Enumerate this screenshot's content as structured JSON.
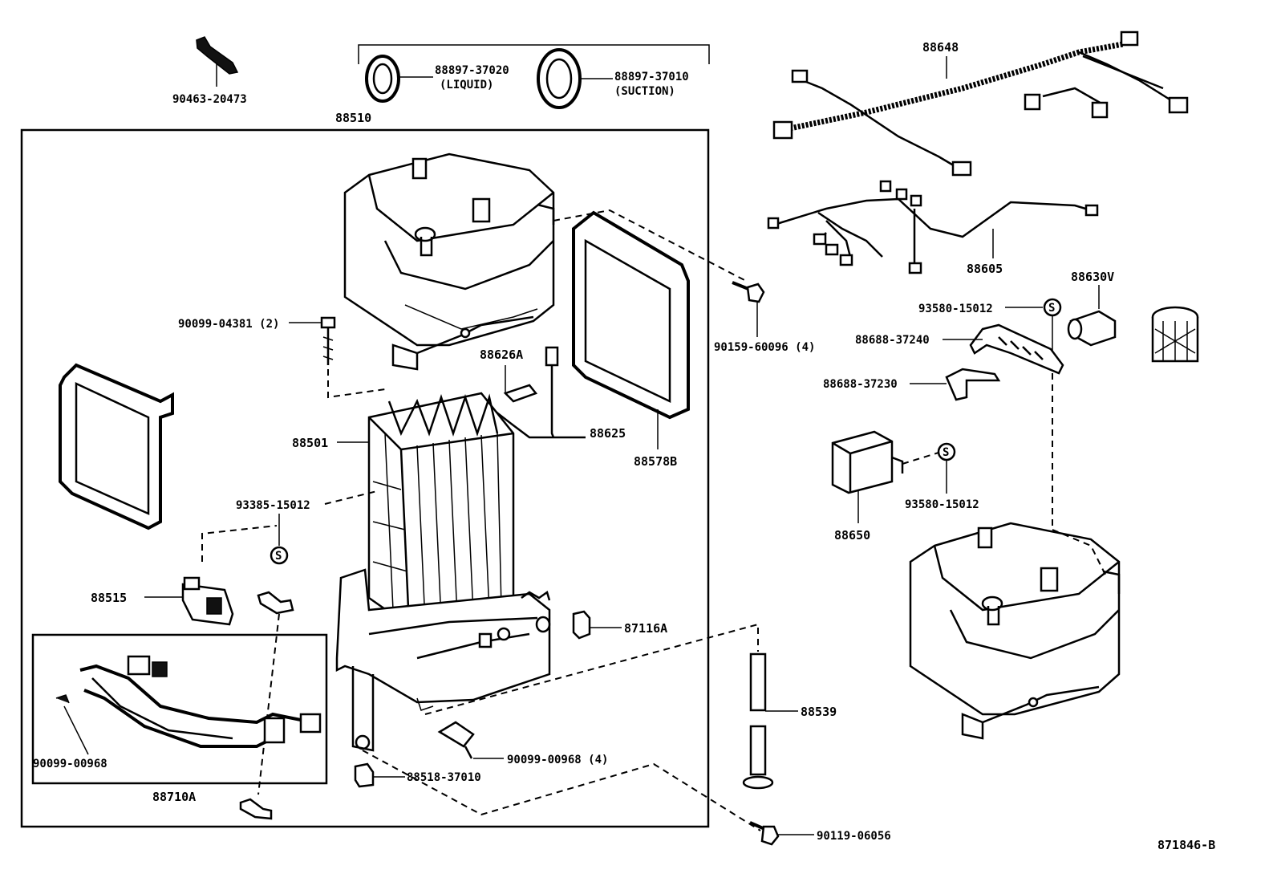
{
  "diagram_id": "871846-B",
  "labels": {
    "clip_90463": "90463-20473",
    "seal_liquid_no": "88897-37020",
    "seal_liquid_txt": "(LIQUID)",
    "seal_suction_no": "88897-37010",
    "seal_suction_txt": "(SUCTION)",
    "unit_88510": "88510",
    "harness_88648": "88648",
    "harness_88605": "88605",
    "part_88630v": "88630V",
    "clamp_93580_a": "93580-15012",
    "bracket_88688_240": "88688-37240",
    "bracket_88688_230": "88688-37230",
    "screw_90099_04381": "90099-04381 (2)",
    "bolt_90159": "90159-60096 (4)",
    "sensor_88626a": "88626A",
    "sensor_88625": "88625",
    "evap_88501": "88501",
    "packing_88578b": "88578B",
    "clamp_93385": "93385-15012",
    "amp_88650": "88650",
    "clamp_93580_b": "93580-15012",
    "valve_88515": "88515",
    "clip_87116a": "87116A",
    "tube_88539": "88539",
    "screw_90099_00968_a": "90099-00968",
    "pipe_88710a": "88710A",
    "screw_90099_00968_b": "90099-00968 (4)",
    "clip_88518": "88518-37010",
    "bolt_90119": "90119-06056",
    "clamp_symbol": "S"
  }
}
